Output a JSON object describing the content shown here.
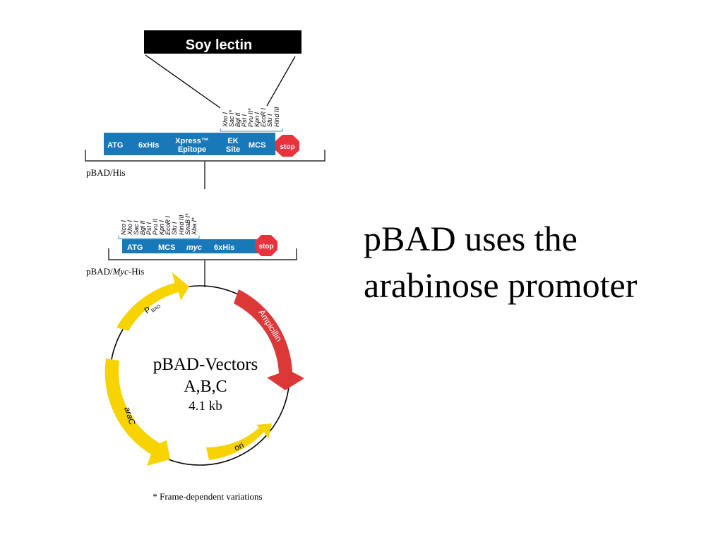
{
  "insert_label": "Soy lectin",
  "vector_his": {
    "name": "pBAD/His",
    "features": [
      "ATG",
      "6xHis",
      "Xpress™",
      "Epitope",
      "EK",
      "Site",
      "MCS",
      "stop"
    ],
    "sites": [
      "Xho I",
      "Sac I*",
      "Bgl II",
      "Pst I",
      "Pvu II*",
      "Kpn I",
      "EcoR I",
      "Sfu I",
      "Hind III"
    ]
  },
  "vector_myc": {
    "name_prefix": "pBAD/",
    "name_italic": "Myc",
    "name_suffix": "-His",
    "features": [
      "ATG",
      "MCS",
      "myc",
      "6xHis",
      "stop"
    ],
    "sites": [
      "Nco I",
      "Xho I",
      "Sac I",
      "Bgl II",
      "Pst I",
      "Pvu II",
      "Kpn I",
      "EcoR I",
      "Sfu I",
      "Hind III",
      "SnaB I*",
      "Xba I*"
    ]
  },
  "plasmid": {
    "title": "pBAD-Vectors",
    "subtitle": "A,B,C",
    "size": "4.1 kb",
    "genes": [
      "P",
      "BAD",
      "Ampicillin",
      "araC",
      "ori"
    ]
  },
  "footnote": "* Frame-dependent variations",
  "slide_text": [
    "pBAD uses the",
    "arabinose promoter"
  ],
  "colors": {
    "blue": "#1878b8",
    "red": "#e03c3c",
    "stop": "#e8323c",
    "yellow": "#f7d300",
    "black": "#000000"
  }
}
